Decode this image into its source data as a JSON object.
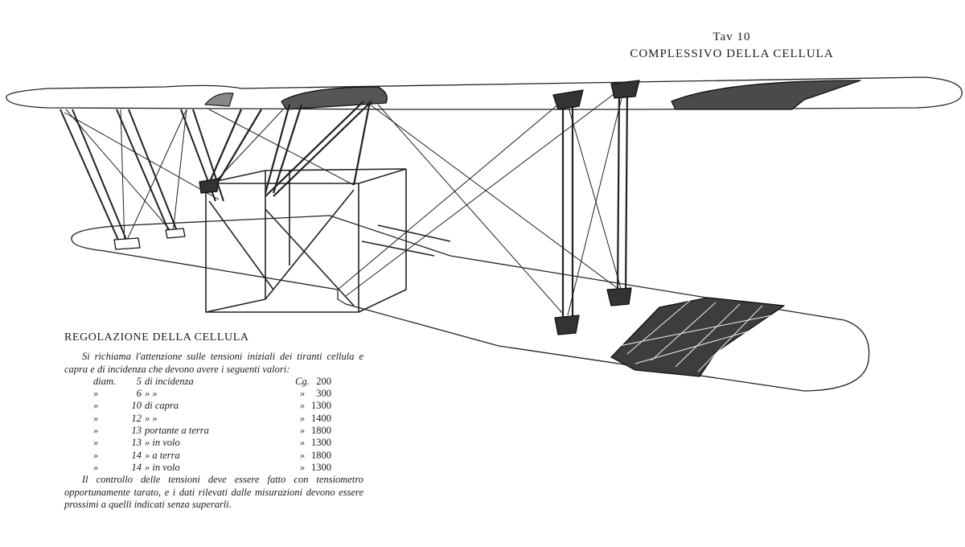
{
  "plate": {
    "number": "Tav 10",
    "title": "COMPLESSIVO DELLA CELLULA"
  },
  "regolazione": {
    "heading": "REGOLAZIONE DELLA CELLULA",
    "intro": "Si richiama l'attenzione sulle tensioni iniziali dei tiranti cellula e capra e di incidenza che devono avere i seguenti valori:",
    "rows": [
      {
        "diam": "diam.",
        "num": "5",
        "desc": "di  incidenza",
        "mark": "Cg.",
        "value": "200"
      },
      {
        "diam": "»",
        "num": "6",
        "desc": "»         »",
        "mark": "»",
        "value": "300"
      },
      {
        "diam": "»",
        "num": "10",
        "desc": "di  capra",
        "mark": "»",
        "value": "1300"
      },
      {
        "diam": "»",
        "num": "12",
        "desc": "»     »",
        "mark": "»",
        "value": "1400"
      },
      {
        "diam": "»",
        "num": "13",
        "desc": "portante  a  terra",
        "mark": "»",
        "value": "1800"
      },
      {
        "diam": "»",
        "num": "13",
        "desc": "»         in  volo",
        "mark": "»",
        "value": "1300"
      },
      {
        "diam": "»",
        "num": "14",
        "desc": "»          a  terra",
        "mark": "»",
        "value": "1800"
      },
      {
        "diam": "»",
        "num": "14",
        "desc": "»         in  volo",
        "mark": "»",
        "value": "1300"
      }
    ],
    "footer": "Il controllo delle tensioni deve essere fatto con tensiometro opportunamente tarato, e i dati rilevati dalle misurazioni devono essere prossimi a quelli indicati senza superarli."
  }
}
